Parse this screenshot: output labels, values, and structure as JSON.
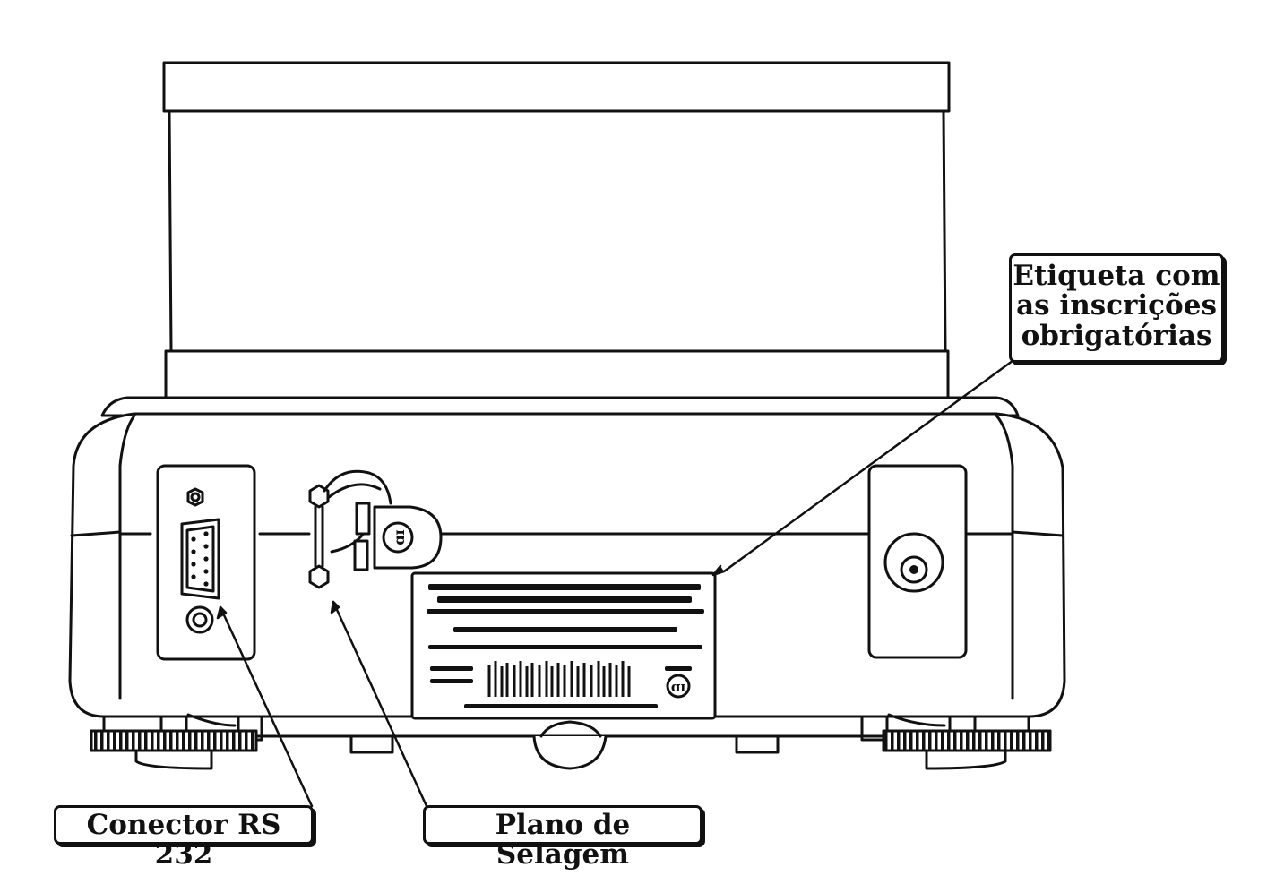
{
  "callouts": {
    "etiqueta": {
      "lines": [
        "Etiqueta com",
        "as inscrições",
        "obrigatórias"
      ]
    },
    "conector": "Conector RS 232",
    "plano": "Plano de Selagem"
  },
  "colors": {
    "line": "#111111",
    "background": "#ffffff",
    "label_fill": "#ffffff"
  }
}
